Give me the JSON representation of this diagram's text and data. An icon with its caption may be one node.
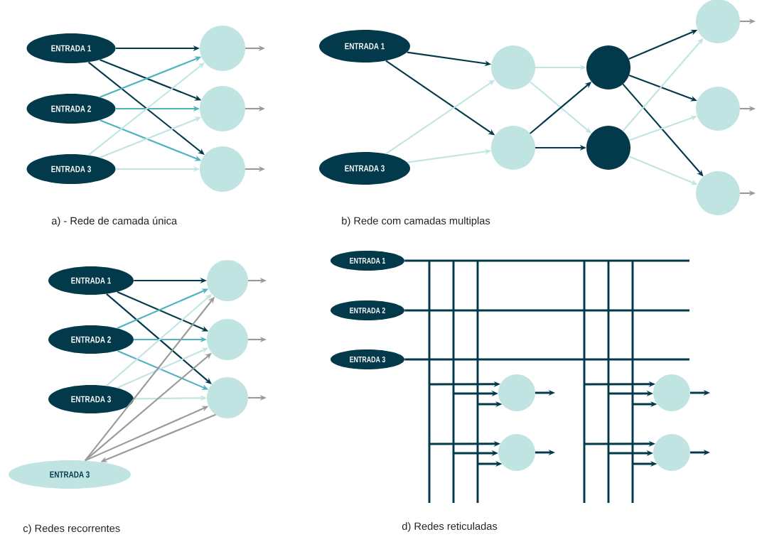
{
  "diagram": {
    "nodes": [
      {
        "text": [
          "ENTRADA 1"
        ]
      },
      {
        "text": [
          "ENTRADA 2"
        ]
      },
      {
        "text": [
          "ENTRADA 3"
        ]
      },
      {
        "text": [],
        "shape": "circle"
      },
      {
        "text": [],
        "shape": "circle"
      },
      {
        "text": [],
        "shape": "circle"
      },
      {
        "text": [
          "ENTRADA 1"
        ]
      },
      {
        "text": [
          "ENTRADA 3"
        ]
      },
      {
        "text": [],
        "shape": "circle"
      },
      {
        "text": [],
        "shape": "circle"
      },
      {
        "text": [],
        "shape": "circle"
      },
      {
        "text": [],
        "shape": "circle"
      },
      {
        "text": [],
        "shape": "circle"
      },
      {
        "text": [],
        "shape": "circle"
      },
      {
        "text": [],
        "shape": "circle"
      },
      {
        "text": [
          "ENTRADA 1"
        ]
      },
      {
        "text": [
          "ENTRADA 2"
        ]
      },
      {
        "text": [
          "ENTRADA 3"
        ]
      },
      {
        "text": [
          "ENTRADA 3"
        ]
      },
      {
        "text": [],
        "shape": "circle"
      },
      {
        "text": [],
        "shape": "circle"
      },
      {
        "text": [],
        "shape": "circle"
      },
      {
        "text": [
          "ENTRADA 1"
        ]
      },
      {
        "text": [
          "ENTRADA 2"
        ]
      },
      {
        "text": [
          "ENTRADA 3"
        ]
      },
      {
        "text": [],
        "shape": "circle"
      },
      {
        "text": [],
        "shape": "circle"
      },
      {
        "text": [],
        "shape": "circle"
      },
      {
        "text": [],
        "shape": "circle"
      }
    ],
    "edges": [
      {
        "from": 0,
        "to": 3,
        "arrow": "to"
      },
      {
        "from": 0,
        "to": 4,
        "arrow": "to"
      },
      {
        "from": 0,
        "to": 5,
        "arrow": "to"
      },
      {
        "from": 1,
        "to": 3,
        "arrow": "to",
        "color": "#4fb3bf"
      },
      {
        "from": 1,
        "to": 4,
        "arrow": "to",
        "color": "#4fb3bf"
      },
      {
        "from": 1,
        "to": 5,
        "arrow": "to",
        "color": "#4fb3bf"
      },
      {
        "from": 2,
        "to": 3,
        "arrow": "to",
        "color": "#c2e5e3"
      },
      {
        "from": 2,
        "to": 4,
        "arrow": "to",
        "color": "#c2e5e3"
      },
      {
        "from": 2,
        "to": 5,
        "arrow": "to",
        "color": "#c2e5e3"
      },
      {
        "from": 3,
        "to": null,
        "arrow": "to",
        "color": "#9a9a9a"
      },
      {
        "from": 4,
        "to": null,
        "arrow": "to",
        "color": "#9a9a9a"
      },
      {
        "from": 5,
        "to": null,
        "arrow": "to",
        "color": "#9a9a9a"
      },
      {
        "from": 6,
        "to": 8,
        "arrow": "to"
      },
      {
        "from": 6,
        "to": 9,
        "arrow": "to"
      },
      {
        "from": 7,
        "to": 8,
        "arrow": "to",
        "color": "#c2e5e3"
      },
      {
        "from": 7,
        "to": 9,
        "arrow": "to",
        "color": "#c2e5e3"
      },
      {
        "from": 8,
        "to": 10,
        "arrow": "to",
        "color": "#c2e5e3"
      },
      {
        "from": 8,
        "to": 11,
        "arrow": "to",
        "color": "#c2e5e3"
      },
      {
        "from": 9,
        "to": 10,
        "arrow": "to"
      },
      {
        "from": 9,
        "to": 11,
        "arrow": "to"
      },
      {
        "from": 10,
        "to": 12,
        "arrow": "to"
      },
      {
        "from": 10,
        "to": 13,
        "arrow": "to"
      },
      {
        "from": 10,
        "to": 14,
        "arrow": "to"
      },
      {
        "from": 11,
        "to": 12,
        "arrow": "to",
        "color": "#c2e5e3"
      },
      {
        "from": 11,
        "to": 13,
        "arrow": "to",
        "color": "#c2e5e3"
      },
      {
        "from": 11,
        "to": 14,
        "arrow": "to",
        "color": "#c2e5e3"
      },
      {
        "from": 12,
        "to": null,
        "arrow": "to",
        "color": "#9a9a9a"
      },
      {
        "from": 13,
        "to": null,
        "arrow": "to",
        "color": "#9a9a9a"
      },
      {
        "from": 14,
        "to": null,
        "arrow": "to",
        "color": "#9a9a9a"
      },
      {
        "from": 15,
        "to": 19,
        "arrow": "to"
      },
      {
        "from": 15,
        "to": 20,
        "arrow": "to"
      },
      {
        "from": 15,
        "to": 21,
        "arrow": "to"
      },
      {
        "from": 16,
        "to": 19,
        "arrow": "to",
        "color": "#4fb3bf"
      },
      {
        "from": 16,
        "to": 20,
        "arrow": "to",
        "color": "#4fb3bf"
      },
      {
        "from": 16,
        "to": 21,
        "arrow": "to",
        "color": "#4fb3bf"
      },
      {
        "from": 17,
        "to": 19,
        "arrow": "to",
        "color": "#c2e5e3"
      },
      {
        "from": 17,
        "to": 20,
        "arrow": "to",
        "color": "#c2e5e3"
      },
      {
        "from": 17,
        "to": 21,
        "arrow": "to",
        "color": "#c2e5e3"
      },
      {
        "from": 18,
        "to": 19,
        "arrow": "to",
        "color": "#9a9a9a"
      },
      {
        "from": 18,
        "to": 20,
        "arrow": "to",
        "color": "#9a9a9a"
      },
      {
        "from": 18,
        "to": 21,
        "arrow": "to",
        "color": "#9a9a9a"
      },
      {
        "from": 21,
        "to": 18,
        "arrow": "to",
        "color": "#9a9a9a"
      },
      {
        "from": 19,
        "to": null,
        "arrow": "to",
        "color": "#9a9a9a"
      },
      {
        "from": 20,
        "to": null,
        "arrow": "to",
        "color": "#9a9a9a"
      },
      {
        "from": 21,
        "to": null,
        "arrow": "to",
        "color": "#9a9a9a"
      },
      {
        "from": 22,
        "to": null,
        "arrow": "none"
      },
      {
        "from": 23,
        "to": null,
        "arrow": "none"
      },
      {
        "from": 24,
        "to": null,
        "arrow": "none"
      },
      {
        "from": null,
        "to": 25,
        "arrow": "to"
      },
      {
        "from": null,
        "to": 25,
        "arrow": "to"
      },
      {
        "from": null,
        "to": 25,
        "arrow": "to"
      },
      {
        "from": null,
        "to": 26,
        "arrow": "to"
      },
      {
        "from": null,
        "to": 26,
        "arrow": "to"
      },
      {
        "from": null,
        "to": 26,
        "arrow": "to"
      },
      {
        "from": null,
        "to": 27,
        "arrow": "to"
      },
      {
        "from": null,
        "to": 27,
        "arrow": "to"
      },
      {
        "from": null,
        "to": 27,
        "arrow": "to"
      },
      {
        "from": null,
        "to": 28,
        "arrow": "to"
      },
      {
        "from": null,
        "to": 28,
        "arrow": "to"
      },
      {
        "from": null,
        "to": 28,
        "arrow": "to"
      },
      {
        "from": 25,
        "to": null,
        "arrow": "to"
      },
      {
        "from": 26,
        "to": null,
        "arrow": "to"
      },
      {
        "from": 27,
        "to": null,
        "arrow": "to"
      },
      {
        "from": 28,
        "to": null,
        "arrow": "to"
      }
    ],
    "labels": [
      "a) - Rede de camada única",
      "b) Rede com camadas multiplas",
      "c) Redes recorrentes",
      "d) Redes reticuladas"
    ]
  }
}
